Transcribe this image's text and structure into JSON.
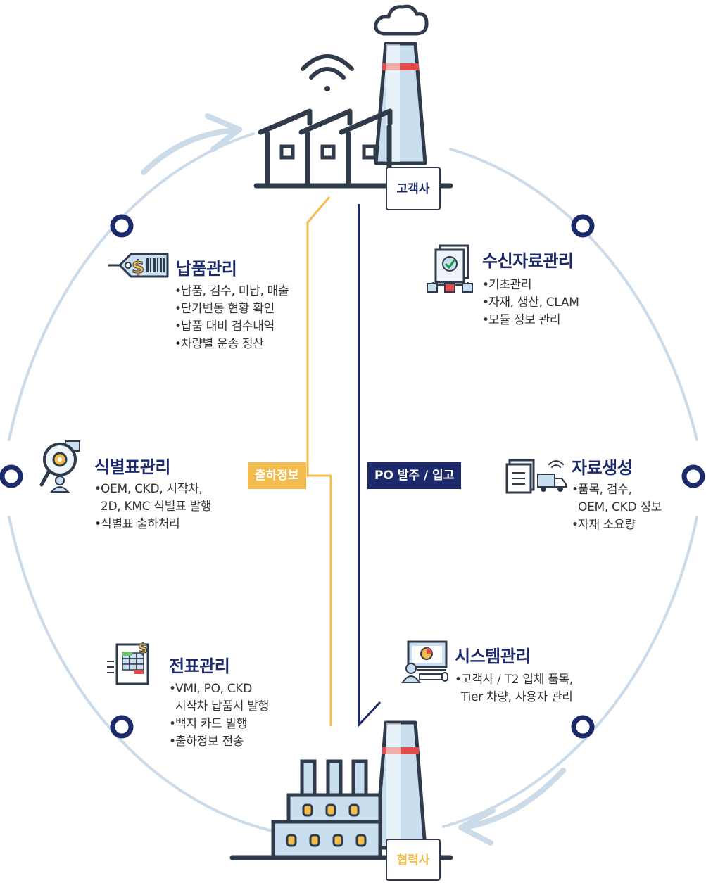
{
  "nodes": {
    "customer": "고객사",
    "partner": "협력사"
  },
  "flows": {
    "shipping_info": "출하정보",
    "po_order": "PO 발주 / 입고"
  },
  "sections": {
    "delivery": {
      "title": "납품관리",
      "items": [
        "납품, 검수, 미납, 매출",
        "단가변동 현황 확인",
        "납품 대비 검수내역",
        "차량별 운송 정산"
      ]
    },
    "id_label": {
      "title": "식별표관리",
      "items": [
        "OEM, CKD, 시작차,",
        "2D, KMC 식별표 발행",
        "식별표 출하처리"
      ]
    },
    "slip": {
      "title": "전표관리",
      "items": [
        "VMI, PO, CKD",
        "시작차 납품서 발행",
        "백지 카드 발행",
        "출하정보 전송"
      ]
    },
    "received_data": {
      "title": "수신자료관리",
      "items": [
        "기초관리",
        "자재, 생산, CLAM",
        "모듈 정보 관리"
      ]
    },
    "data_gen": {
      "title": "자료생성",
      "items": [
        "품목, 검수,",
        "OEM, CKD 정보",
        "자재 소요량"
      ]
    },
    "system": {
      "title": "시스템관리",
      "items": [
        "고객사 / T2 입체 품목,",
        "Tier 차량, 사용자 관리"
      ]
    }
  },
  "colors": {
    "navy": "#1c2a6b",
    "ring": "#cbdbe9",
    "yellow": "#f2bc4e",
    "red": "#e34b4b",
    "stroke": "#2f3a4a",
    "light_blue": "#c9dff0"
  }
}
